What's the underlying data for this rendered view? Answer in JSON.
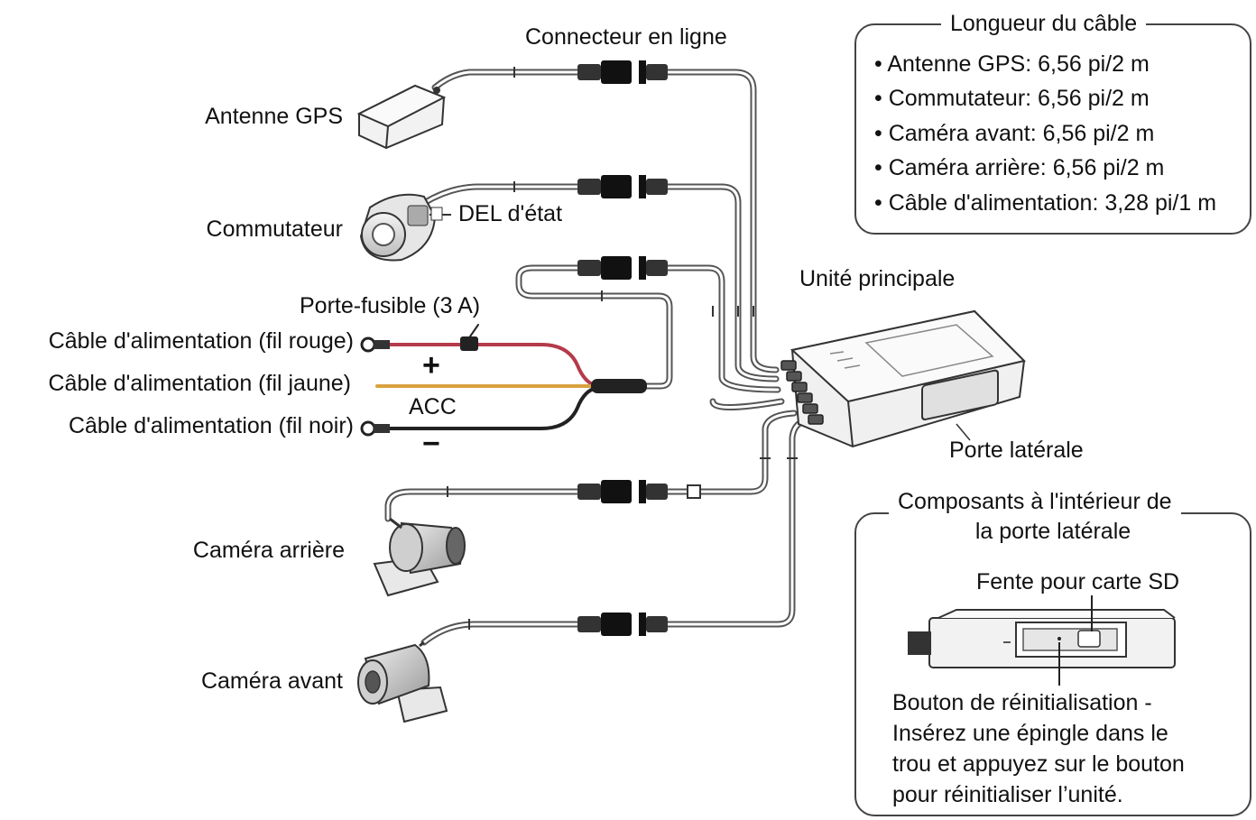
{
  "labels": {
    "connector": "Connecteur en ligne",
    "gps": "Antenne GPS",
    "switch": "Commutateur",
    "led": "DEL d'état",
    "fuse": "Porte-fusible (3 A)",
    "red": "Câble d'alimentation (fil rouge)",
    "yellow": "Câble d'alimentation (fil jaune)",
    "black": "Câble d'alimentation (fil noir)",
    "plus": "+",
    "acc": "ACC",
    "minus": "−",
    "main_unit": "Unité principale",
    "side_door": "Porte latérale",
    "rear_camera": "Caméra arrière",
    "front_camera": "Caméra avant"
  },
  "cable_length": {
    "title": "Longueur du câble",
    "items": [
      "• Antenne GPS:  6,56 pi/2 m",
      "• Commutateur:  6,56 pi/2 m",
      "• Caméra avant:  6,56 pi/2 m",
      "• Caméra arrière:  6,56 pi/2 m",
      "• Câble d'alimentation: 3,28 pi/1 m"
    ]
  },
  "side_door_box": {
    "title_line1": "Composants à l'intérieur de",
    "title_line2": "la porte latérale",
    "sd_slot": "Fente pour carte SD",
    "reset_lines": [
      "Bouton de réinitialisation -",
      "Insérez une épingle dans le",
      "trou et appuyez sur le bouton",
      "pour réinitialiser l’unité."
    ]
  },
  "colors": {
    "red_wire": "#b53a4a",
    "yellow_wire": "#d8a240",
    "black_wire": "#222222",
    "cable": "#555555"
  }
}
